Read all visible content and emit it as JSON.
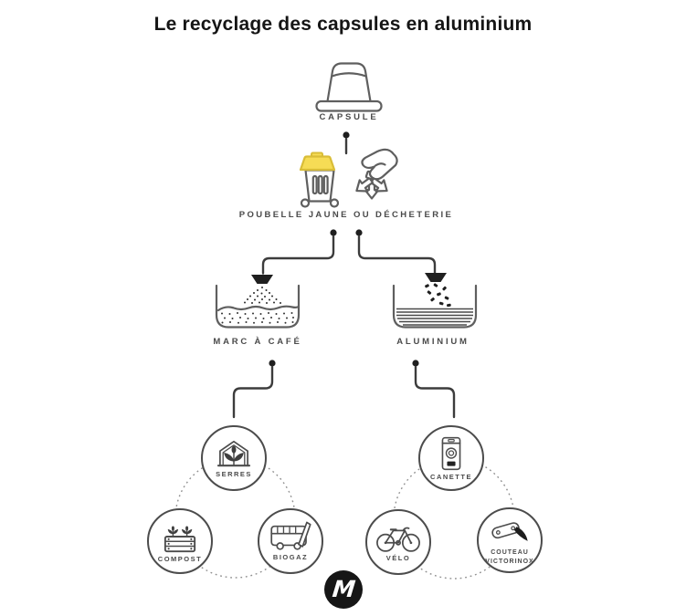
{
  "title": "Le recyclage des capsules en aluminium",
  "flow": {
    "capsule": "CAPSULE",
    "bin": "POUBELLE JAUNE OU DÉCHETERIE",
    "coffee_grounds": "MARC À CAFÉ",
    "aluminium": "ALUMINIUM"
  },
  "coffee_outputs": [
    {
      "label": "SERRES",
      "icon": "greenhouse-icon"
    },
    {
      "label": "COMPOST",
      "icon": "compost-crate-icon"
    },
    {
      "label": "BIOGAZ",
      "icon": "biogas-bus-icon"
    }
  ],
  "aluminium_outputs": [
    {
      "label": "CANETTE",
      "icon": "drink-can-icon"
    },
    {
      "label": "VÉLO",
      "icon": "bicycle-icon"
    },
    {
      "label": "COUTEAU VICTORINOX",
      "icon": "swiss-army-knife-icon"
    }
  ],
  "logo": {
    "letter": "M"
  },
  "colors": {
    "background": "#ffffff",
    "title_text": "#151515",
    "label_text": "#4a4a4a",
    "line": "#3c3c3c",
    "icon_stroke": "#5f5f5f",
    "ink_fill": "#1f1f1f",
    "bin_lid_yellow": "#f6dc55",
    "bin_lid_yellow_border": "#d9bd37",
    "logo_background": "#161616",
    "logo_letter": "#ffffff"
  }
}
